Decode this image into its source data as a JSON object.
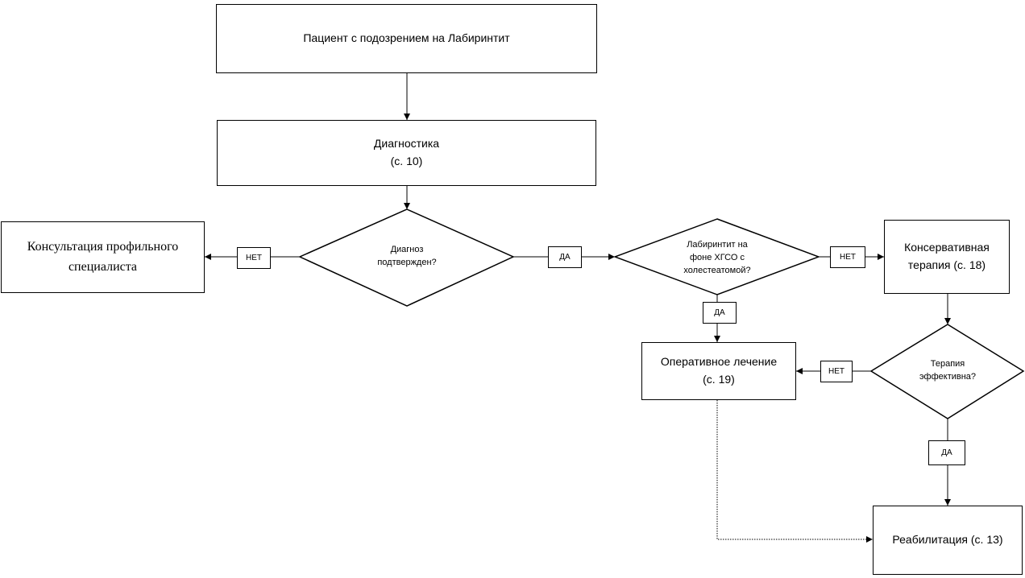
{
  "nodes": {
    "start": "Пациент с подозрением на Лабиринтит",
    "diagnostics": "Диагностика\n(с. 10)",
    "consult": "Консультация профильного\nспециалиста",
    "conservative": "Консервативная\nтерапия (с. 18)",
    "operative": "Оперативное лечение\n(с. 19)",
    "rehab": "Реабилитация (с. 13)"
  },
  "decisions": {
    "confirmed": "Диагноз\nподтвержден?",
    "cholesteatoma": "Лабиринтит на\nфоне ХГСО с\nхолестеатомой?",
    "effective": "Терапия\nэффективна?"
  },
  "labels": {
    "no": "НЕТ",
    "yes": "ДА"
  }
}
